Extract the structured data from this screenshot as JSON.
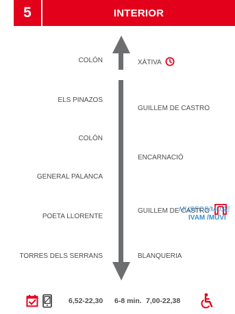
{
  "header": {
    "route_number": "5",
    "direction": "INTERIOR"
  },
  "stops_left": [
    {
      "name": "COLÓN"
    },
    {
      "name": "ELS PINAZOS"
    },
    {
      "name": "COLÓN"
    },
    {
      "name": "GENERAL PALANCA"
    },
    {
      "name": "POETA LLORENTE"
    },
    {
      "name": "TORRES DELS SERRANS"
    }
  ],
  "stops_right": [
    {
      "name": "XÀTIVA",
      "icon": "clock-icon"
    },
    {
      "name": "GUILLEM DE CASTRO"
    },
    {
      "name": "ENCARNACIÓ"
    },
    {
      "name": "GUILLEM DE CASTRO",
      "icon": "museum-arch-icon"
    },
    {
      "name": "BLANQUERIA"
    }
  ],
  "museum": {
    "line1": "MUSEOS/MUSE",
    "line2": "IVAM /MUVI"
  },
  "footer": {
    "hours_a": "6,52-22,30",
    "frequency": "6-8 min.",
    "hours_b": "7,00-22,38"
  },
  "colors": {
    "accent": "#e3001b",
    "arrow": "#6d6e70",
    "text": "#4d4d4d",
    "museum": "#3a8fd3"
  }
}
